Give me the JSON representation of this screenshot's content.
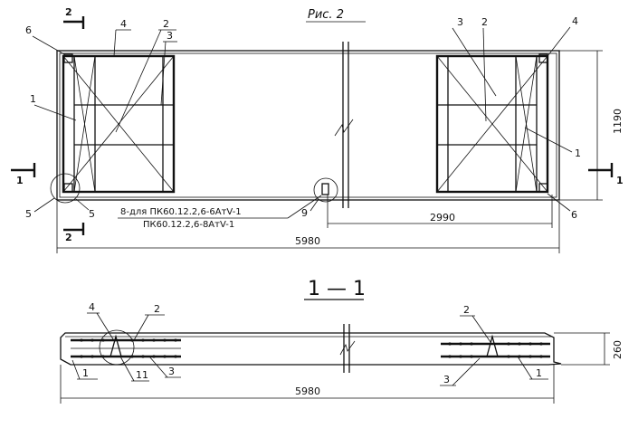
{
  "figure": {
    "title": "Рис. 2"
  },
  "plan": {
    "section_mark": "1",
    "section_mark_2": "2",
    "callouts": [
      "1",
      "2",
      "3",
      "4",
      "5",
      "6",
      "9"
    ],
    "note_line1": "8-для ПК60.12.2,6-6АтV-1",
    "note_line2": "ПК60.12.2,6-8АтV-1",
    "dim_length": "5980",
    "dim_half": "2990",
    "dim_width": "1190"
  },
  "section": {
    "title": "1 — 1",
    "callouts": [
      "1",
      "2",
      "3",
      "4",
      "11"
    ],
    "dim_length": "5980",
    "dim_height": "260"
  }
}
